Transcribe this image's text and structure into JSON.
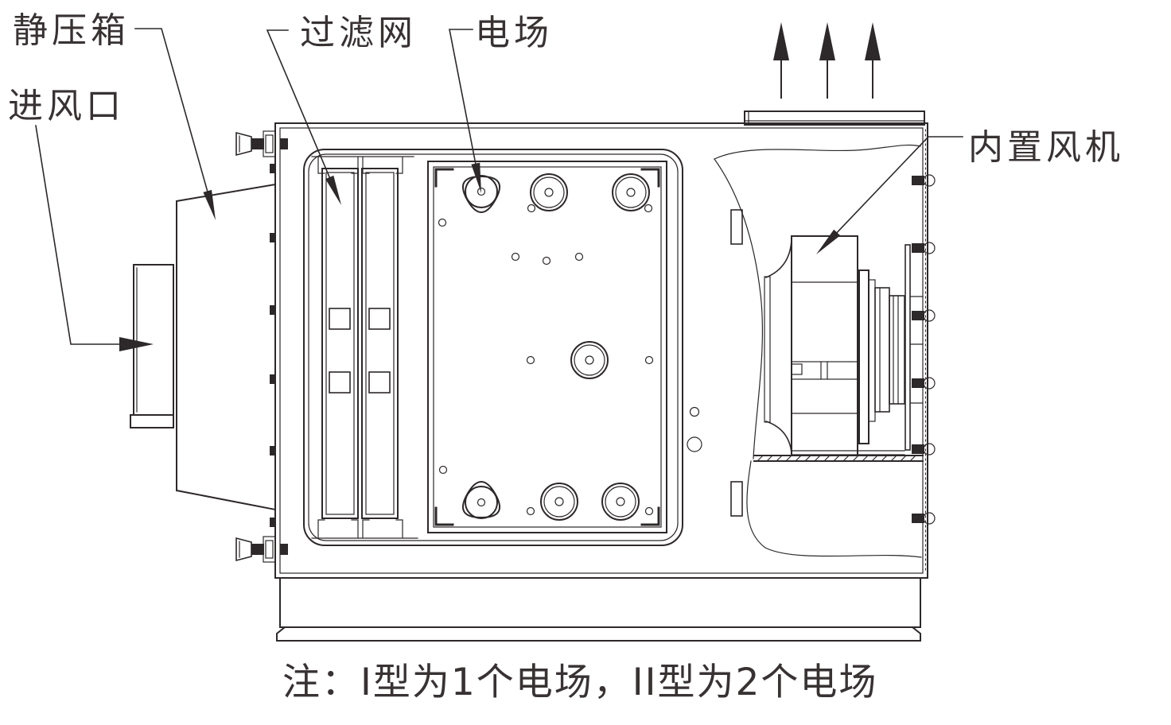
{
  "diagram": {
    "labels": {
      "plenum": "静压箱",
      "inlet": "进风口",
      "filter_mesh": "过滤网",
      "electric_field": "电场",
      "built_in_fan": "内置风机"
    },
    "note": "注：I型为1个电场，II型为2个电场",
    "colors": {
      "line": "#2d2829",
      "text": "#383233",
      "background": "#ffffff"
    }
  }
}
